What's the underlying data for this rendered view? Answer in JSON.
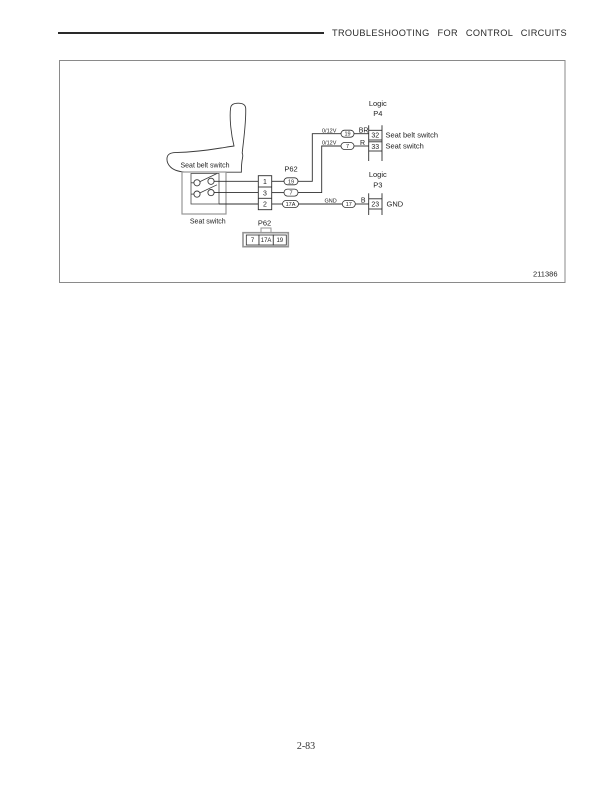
{
  "page": {
    "header_title": "TROUBLESHOOTING FOR CONTROL CIRCUITS",
    "footer_page_number": "2-83"
  },
  "figure": {
    "figure_number": "211386",
    "seat": {
      "seat_belt_switch_label": "Seat belt switch",
      "seat_switch_label": "Seat switch"
    },
    "p62_connector": {
      "label": "P62",
      "pins": [
        "1",
        "3",
        "2"
      ],
      "wire_tags": [
        "19",
        "7",
        "17A"
      ]
    },
    "logic_p4": {
      "title": "Logic",
      "name": "P4",
      "rows": [
        {
          "signal": "0/12V",
          "wire_tag": "19",
          "wire_color": "BR",
          "pin": "32",
          "label": "Seat belt switch"
        },
        {
          "signal": "0/12V",
          "wire_tag": "7",
          "wire_color": "R",
          "pin": "33",
          "label": "Seat switch"
        }
      ]
    },
    "logic_p3": {
      "title": "Logic",
      "name": "P3",
      "rows": [
        {
          "signal": "GND",
          "wire_tag": "17",
          "wire_color": "B",
          "pin": "23",
          "label": "GND"
        }
      ]
    },
    "p62_pinout": {
      "label": "P62",
      "cells": [
        "7",
        "17A",
        "19"
      ]
    }
  }
}
